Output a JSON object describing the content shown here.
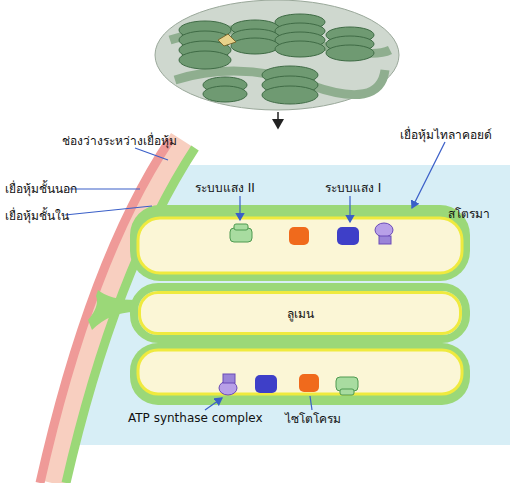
{
  "diagram": {
    "nodes": [
      {
        "text": [
          "ลูเมน"
        ]
      }
    ],
    "labels": [
      "ช่องว่างระหว่างเยื่อหุ้ม",
      "เยื่อหุ้มไทลาคอยด์",
      "เยื่อหุ้มชั้นนอก",
      "ระบบแสง II",
      "ระบบแสง I",
      "เยื่อหุ้มชั้นใน",
      "สโตรมา",
      "ATP synthase complex",
      "ไซโตโครม"
    ]
  }
}
